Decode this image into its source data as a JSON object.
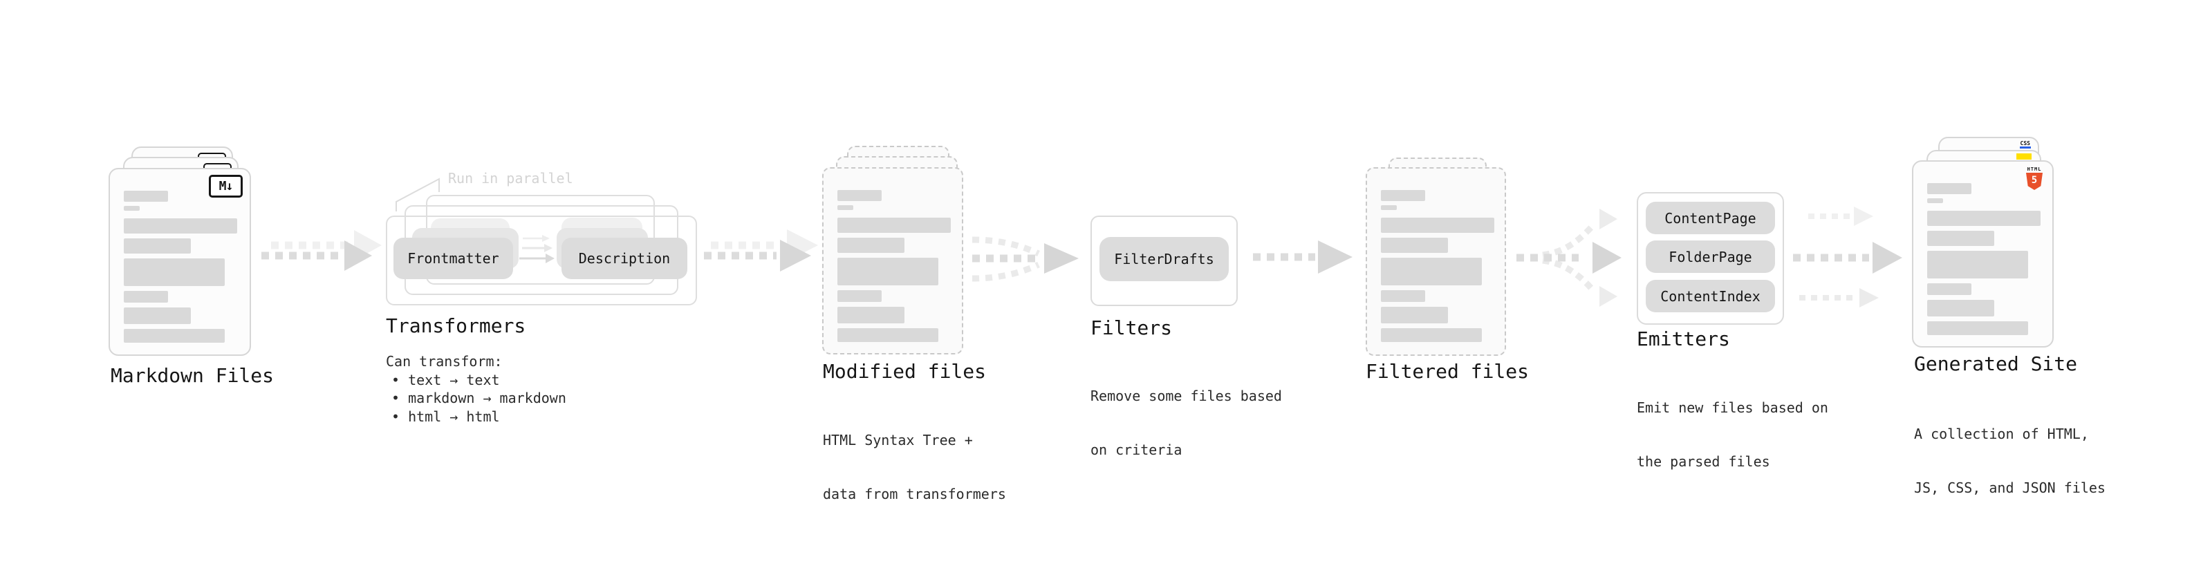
{
  "colors": {
    "background": "#ffffff",
    "card_border": "#d6d6d6",
    "dashed_card_border": "#c9c9c9",
    "placeholder_line": "#d9d9d9",
    "pill_bg": "#dcdcdc",
    "arrow_gray": "#d7d7d7",
    "ghost_arrow_gray": "#f0f0f0",
    "note_gray": "#d3d3d3",
    "heading_text": "#161616",
    "body_text": "#2b2b2b",
    "html5_orange": "#e8502a",
    "js_yellow": "#ffdf00",
    "css_blue": "#2760e5"
  },
  "stages": {
    "markdown": {
      "title": "Markdown Files",
      "badge": "M↓"
    },
    "transformers": {
      "title": "Transformers",
      "note": "Run in parallel",
      "pills": [
        "Frontmatter",
        "Description"
      ],
      "desc_heading": "Can transform:",
      "bullets": [
        "• text → text",
        "• markdown → markdown",
        "• html → html"
      ]
    },
    "modified": {
      "title": "Modified files",
      "desc": [
        "HTML Syntax Tree +",
        "data from transformers"
      ]
    },
    "filters": {
      "title": "Filters",
      "pills": [
        "FilterDrafts"
      ],
      "desc": [
        "Remove some files based",
        "on criteria"
      ]
    },
    "filtered": {
      "title": "Filtered files"
    },
    "emitters": {
      "title": "Emitters",
      "pills": [
        "ContentPage",
        "FolderPage",
        "ContentIndex"
      ],
      "desc": [
        "Emit new files based on",
        "the parsed files"
      ]
    },
    "generated": {
      "title": "Generated Site",
      "desc": [
        "A collection of HTML,",
        "JS, CSS, and JSON files"
      ],
      "css_badge": "CSS",
      "html_badge_label": "HTML",
      "html_badge_number": "5"
    }
  }
}
